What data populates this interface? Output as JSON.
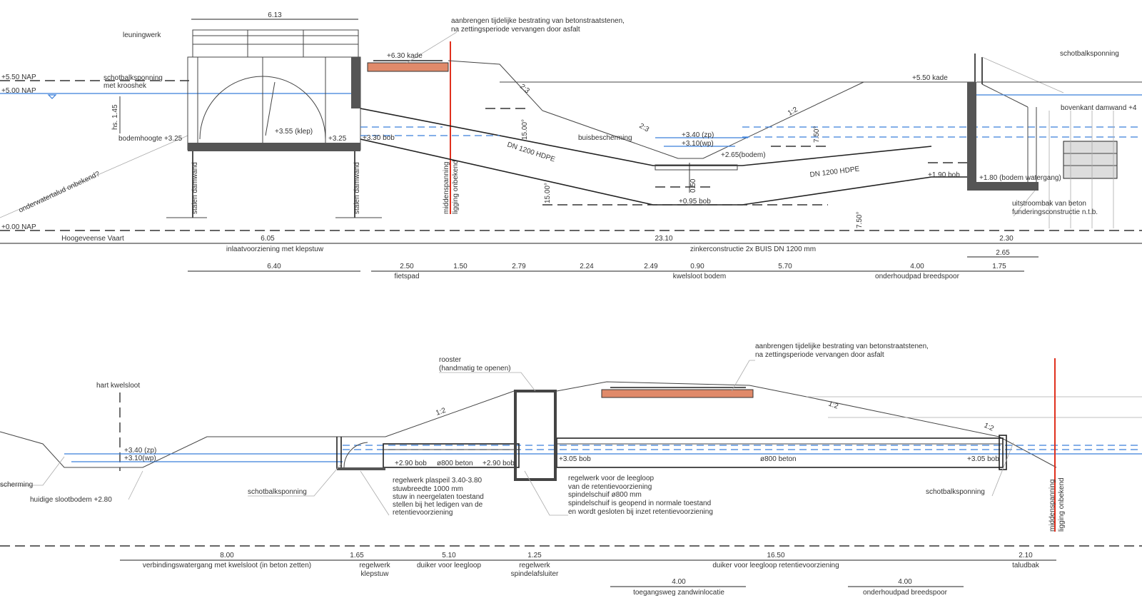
{
  "colors": {
    "water": "#3b7fd9",
    "cable": "#e0301e",
    "paving": "#e08a6a",
    "concrete": "#555555"
  },
  "top": {
    "width_structure": "6.13",
    "leuningwerk": "leuningwerk",
    "paving_note_1": "aanbrengen tijdelijke bestrating van betonstraatstenen,",
    "paving_note_2": "na zettingsperiode vervangen door asfalt",
    "kade_630": "+6.30 kade",
    "nap_550": "+5.50 NAP",
    "nap_500": "+5.00 NAP",
    "schotbalk_1": "schotbalksponning",
    "schotbalk_2": "met krooshek",
    "hs": "hs. 1.45",
    "bodemhoogte": "bodemhoogte +3.25",
    "klep": "+3.55 (klep)",
    "lvl_325": "+3.25",
    "bob_330": "+3.30 bob",
    "slope_23a": "2:3",
    "slope_23b": "2:3",
    "slope_12": "1:2",
    "angle_15a": "15.00°",
    "angle_15b": "15.00°",
    "angle_75a": "7.50°",
    "angle_75b": "7.50°",
    "pipe_left": "DN 1200 HDPE",
    "pipe_right": "DN 1200 HDPE",
    "buisbescherming": "buisbescherming",
    "zp": "+3.40 (zp)",
    "wp": "+3.10(wp)",
    "bodem": "+2.65(bodem)",
    "dim_050": "0.50",
    "bob_095": "+0.95 bob",
    "bob_190": "+1.90 bob",
    "bodem_watergang": "+1.80 (bodem watergang)",
    "kade_550": "+5.50 kade",
    "schotbalk_right": "schotbalksponning",
    "bovenkant": "bovenkant damwand +4",
    "uitstroom_1": "uitstroombak van beton",
    "uitstroom_2": "funderingsconstructie n.t.b.",
    "talud": "onderwatertalud onbekend?",
    "damwand_1": "stalen damwand",
    "damwand_2": "stalen damwand",
    "cable_1": "middenspanning",
    "cable_2": "ligging onbekend",
    "nap_000": "+0.00 NAP",
    "dims": {
      "vaart": "Hoogeveense Vaart",
      "d605": "6.05",
      "inlaat": "inlaatvoorziening met klepstuw",
      "d2310": "23.10",
      "zinker": "zinkerconstructie 2x BUIS DN 1200 mm",
      "d230": "2.30",
      "d265": "2.65",
      "d640": "6.40",
      "d250": "2.50",
      "fietspad": "fietspad",
      "d150": "1.50",
      "d279": "2.79",
      "d224": "2.24",
      "d249": "2.49",
      "d090": "0.90",
      "kwelsloot": "kwelsloot bodem",
      "d570": "5.70",
      "d400": "4.00",
      "onderhoudpad": "onderhoudpad breedspoor",
      "d175": "1.75"
    }
  },
  "bottom": {
    "paving_note_1": "aanbrengen tijdelijke bestrating van betonstraatstenen,",
    "paving_note_2": "na zettingsperiode vervangen door asfalt",
    "rooster_1": "rooster",
    "rooster_2": "(handmatig te openen)",
    "hart": "hart kwelsloot",
    "slope_a": "1:2",
    "slope_b": "1:2",
    "slope_c": "1:2",
    "zp": "+3.40 (zp)",
    "wp": "+3.10(wp)",
    "bob_290a": "+2.90 bob",
    "beton_a": "ø800 beton",
    "bob_290b": "+2.90 bob",
    "bob_305a": "+3.05 bob",
    "beton_b": "ø800 beton",
    "bob_305b": "+3.05 bob",
    "scherming": "scherming",
    "slootbodem": "huidige slootbodem +2.80",
    "schotbalk_left": "schotbalksponning",
    "schotbalk_right": "schotbalksponning",
    "regel_1": [
      "regelwerk plaspeil 3.40-3.80",
      "stuwbreedte 1000 mm",
      "stuw in neergelaten toestand",
      "stellen bij het ledigen van de",
      "retentievoorziening"
    ],
    "regel_2": [
      "regelwerk voor de leegloop",
      "van de retentievoorziening",
      "spindelschuif ø800 mm",
      "spindelschuif is geopend in normale toestand",
      "en wordt gesloten bij inzet retentievoorziening"
    ],
    "cable_1": "middenspanning",
    "cable_2": "ligging onbekend",
    "dims": {
      "d800": "8.00",
      "verbinding": "verbindingswatergang met kwelsloot (in beton zetten)",
      "d165": "1.65",
      "klep_1": "regelwerk",
      "klep_2": "klepstuw",
      "d510": "5.10",
      "duiker": "duiker voor leegloop",
      "d125": "1.25",
      "spindel_1": "regelwerk",
      "spindel_2": "spindelafsluiter",
      "d1650": "16.50",
      "duiker_ret": "duiker voor leegloop retentievoorziening",
      "d210": "2.10",
      "taludbak": "taludbak",
      "d400a": "4.00",
      "toegang": "toegangsweg zandwinlocatie",
      "d400b": "4.00",
      "onderhoud": "onderhoudpad breedspoor"
    }
  }
}
